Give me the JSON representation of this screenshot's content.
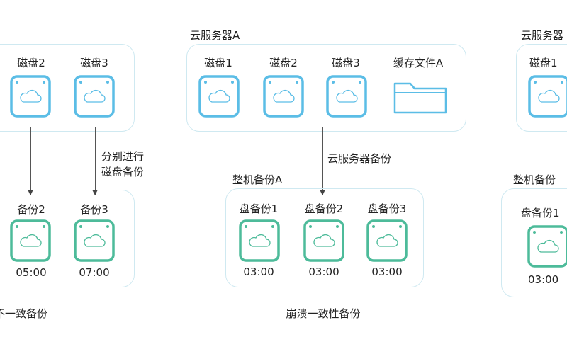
{
  "colors": {
    "disk": "#5bbde6",
    "backup": "#4dbb9a",
    "box_border": "#cfe9f1"
  },
  "left": {
    "disks": [
      {
        "label": "磁盘2",
        "icon": "disk-cloud-icon"
      },
      {
        "label": "磁盘3",
        "icon": "disk-cloud-icon"
      }
    ],
    "arrow_label_line1": "分别进行",
    "arrow_label_line2": "磁盘备份",
    "backups": [
      {
        "label": "备份2",
        "time": "05:00"
      },
      {
        "label": "备份3",
        "time": "07:00"
      }
    ],
    "caption": "不一致备份"
  },
  "middle": {
    "server_title": "云服务器A",
    "disks": [
      {
        "label": "磁盘1"
      },
      {
        "label": "磁盘2"
      },
      {
        "label": "磁盘3"
      }
    ],
    "cache": {
      "label": "缓存文件A",
      "icon": "folder-icon"
    },
    "arrow_label": "云服务器备份",
    "backup_title": "整机备份A",
    "backups": [
      {
        "label": "盘备份1",
        "time": "03:00"
      },
      {
        "label": "盘备份2",
        "time": "03:00"
      },
      {
        "label": "盘备份3",
        "time": "03:00"
      }
    ],
    "caption": "崩溃一致性备份"
  },
  "right": {
    "server_title": "云服务器",
    "disks": [
      {
        "label": "磁盘1"
      }
    ],
    "backup_title": "整机备份",
    "backups": [
      {
        "label": "盘备份1",
        "time": "03:00"
      }
    ]
  }
}
